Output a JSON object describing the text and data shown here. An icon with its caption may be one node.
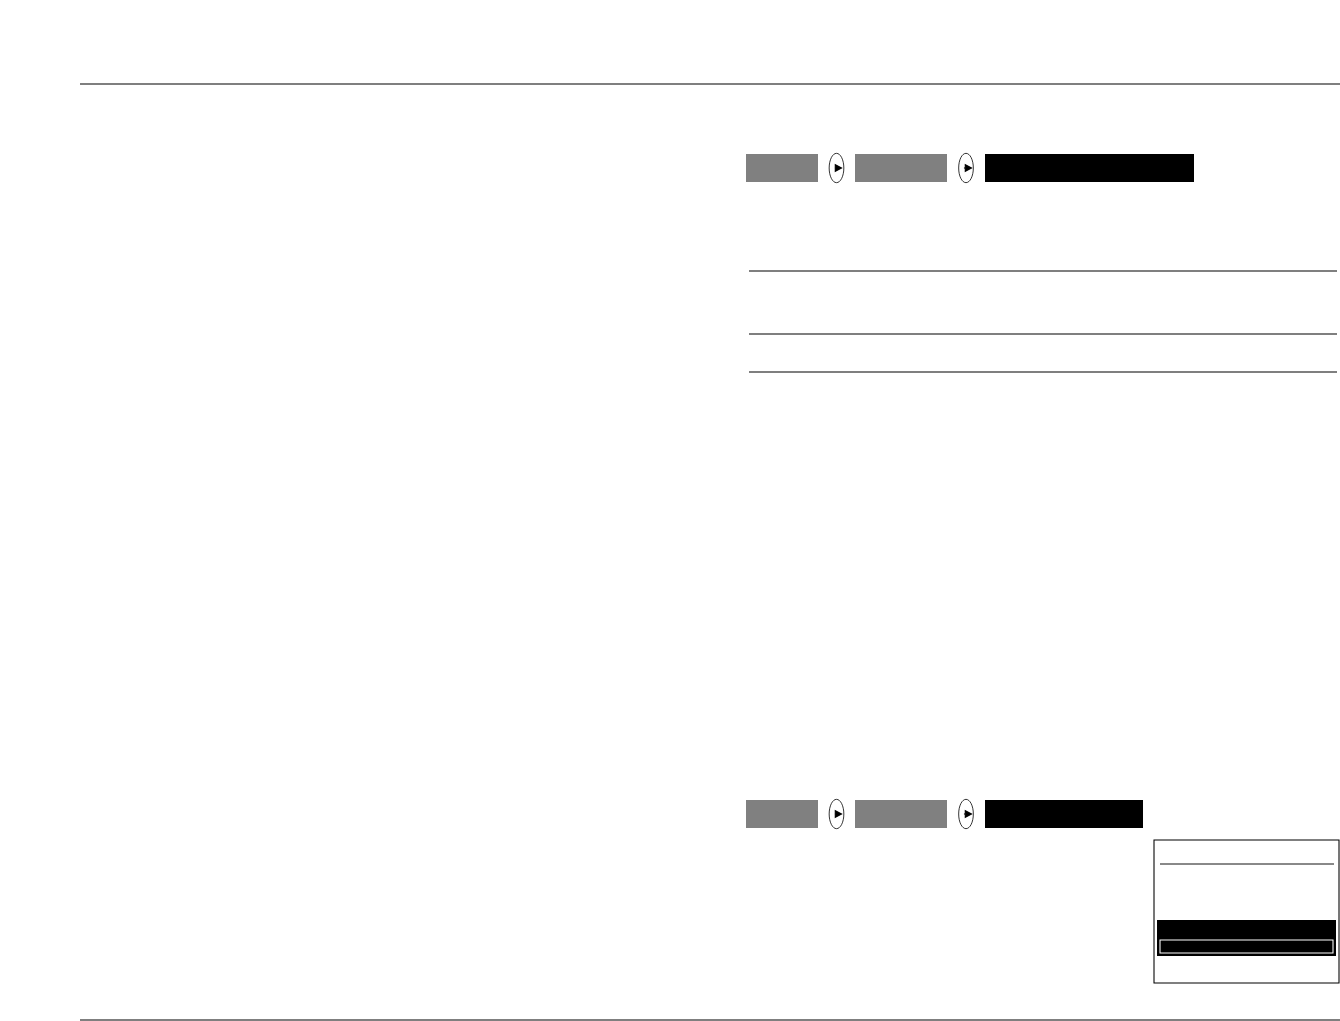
{
  "diagram": {
    "nodes": [
      {
        "text": [],
        "shape": "box"
      },
      {
        "text": [],
        "shape": "box"
      },
      {
        "text": [],
        "shape": "box"
      },
      {
        "text": [],
        "shape": "box"
      },
      {
        "text": [],
        "shape": "box"
      },
      {
        "text": [],
        "shape": "box"
      },
      {
        "text": [],
        "shape": "box"
      }
    ],
    "edges": [
      {
        "from": 0,
        "to": 1,
        "arrow": "to"
      },
      {
        "from": 1,
        "to": 2,
        "arrow": "to"
      },
      {
        "from": 3,
        "to": 4,
        "arrow": "to"
      },
      {
        "from": 4,
        "to": 5,
        "arrow": "to"
      }
    ]
  }
}
